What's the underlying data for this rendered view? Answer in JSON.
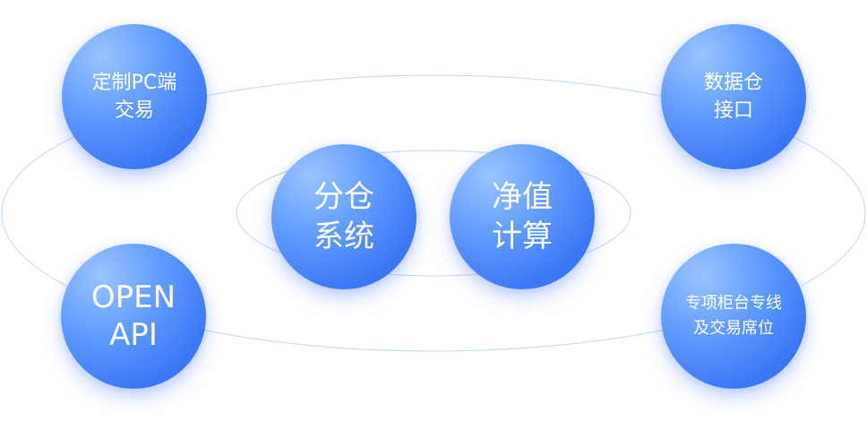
{
  "diagram": {
    "outer_nodes": [
      {
        "id": "custom-pc",
        "lines": [
          "定制PC端",
          "交易"
        ]
      },
      {
        "id": "open-api",
        "lines": [
          "OPEN",
          "API"
        ]
      },
      {
        "id": "data-warehouse",
        "lines": [
          "数据仓",
          "接口"
        ]
      },
      {
        "id": "dedicated-counter",
        "lines": [
          "专项柜台专线",
          "及交易席位"
        ]
      }
    ],
    "inner_nodes": [
      {
        "id": "sub-account",
        "lines": [
          "分仓",
          "系统"
        ]
      },
      {
        "id": "nav-calc",
        "lines": [
          "净值",
          "计算"
        ]
      }
    ],
    "colors": {
      "node_fill": "#3c78f4",
      "node_highlight": "#9ac4ff",
      "orbit_stroke": "#c9dcf6",
      "text": "#ffffff"
    }
  }
}
